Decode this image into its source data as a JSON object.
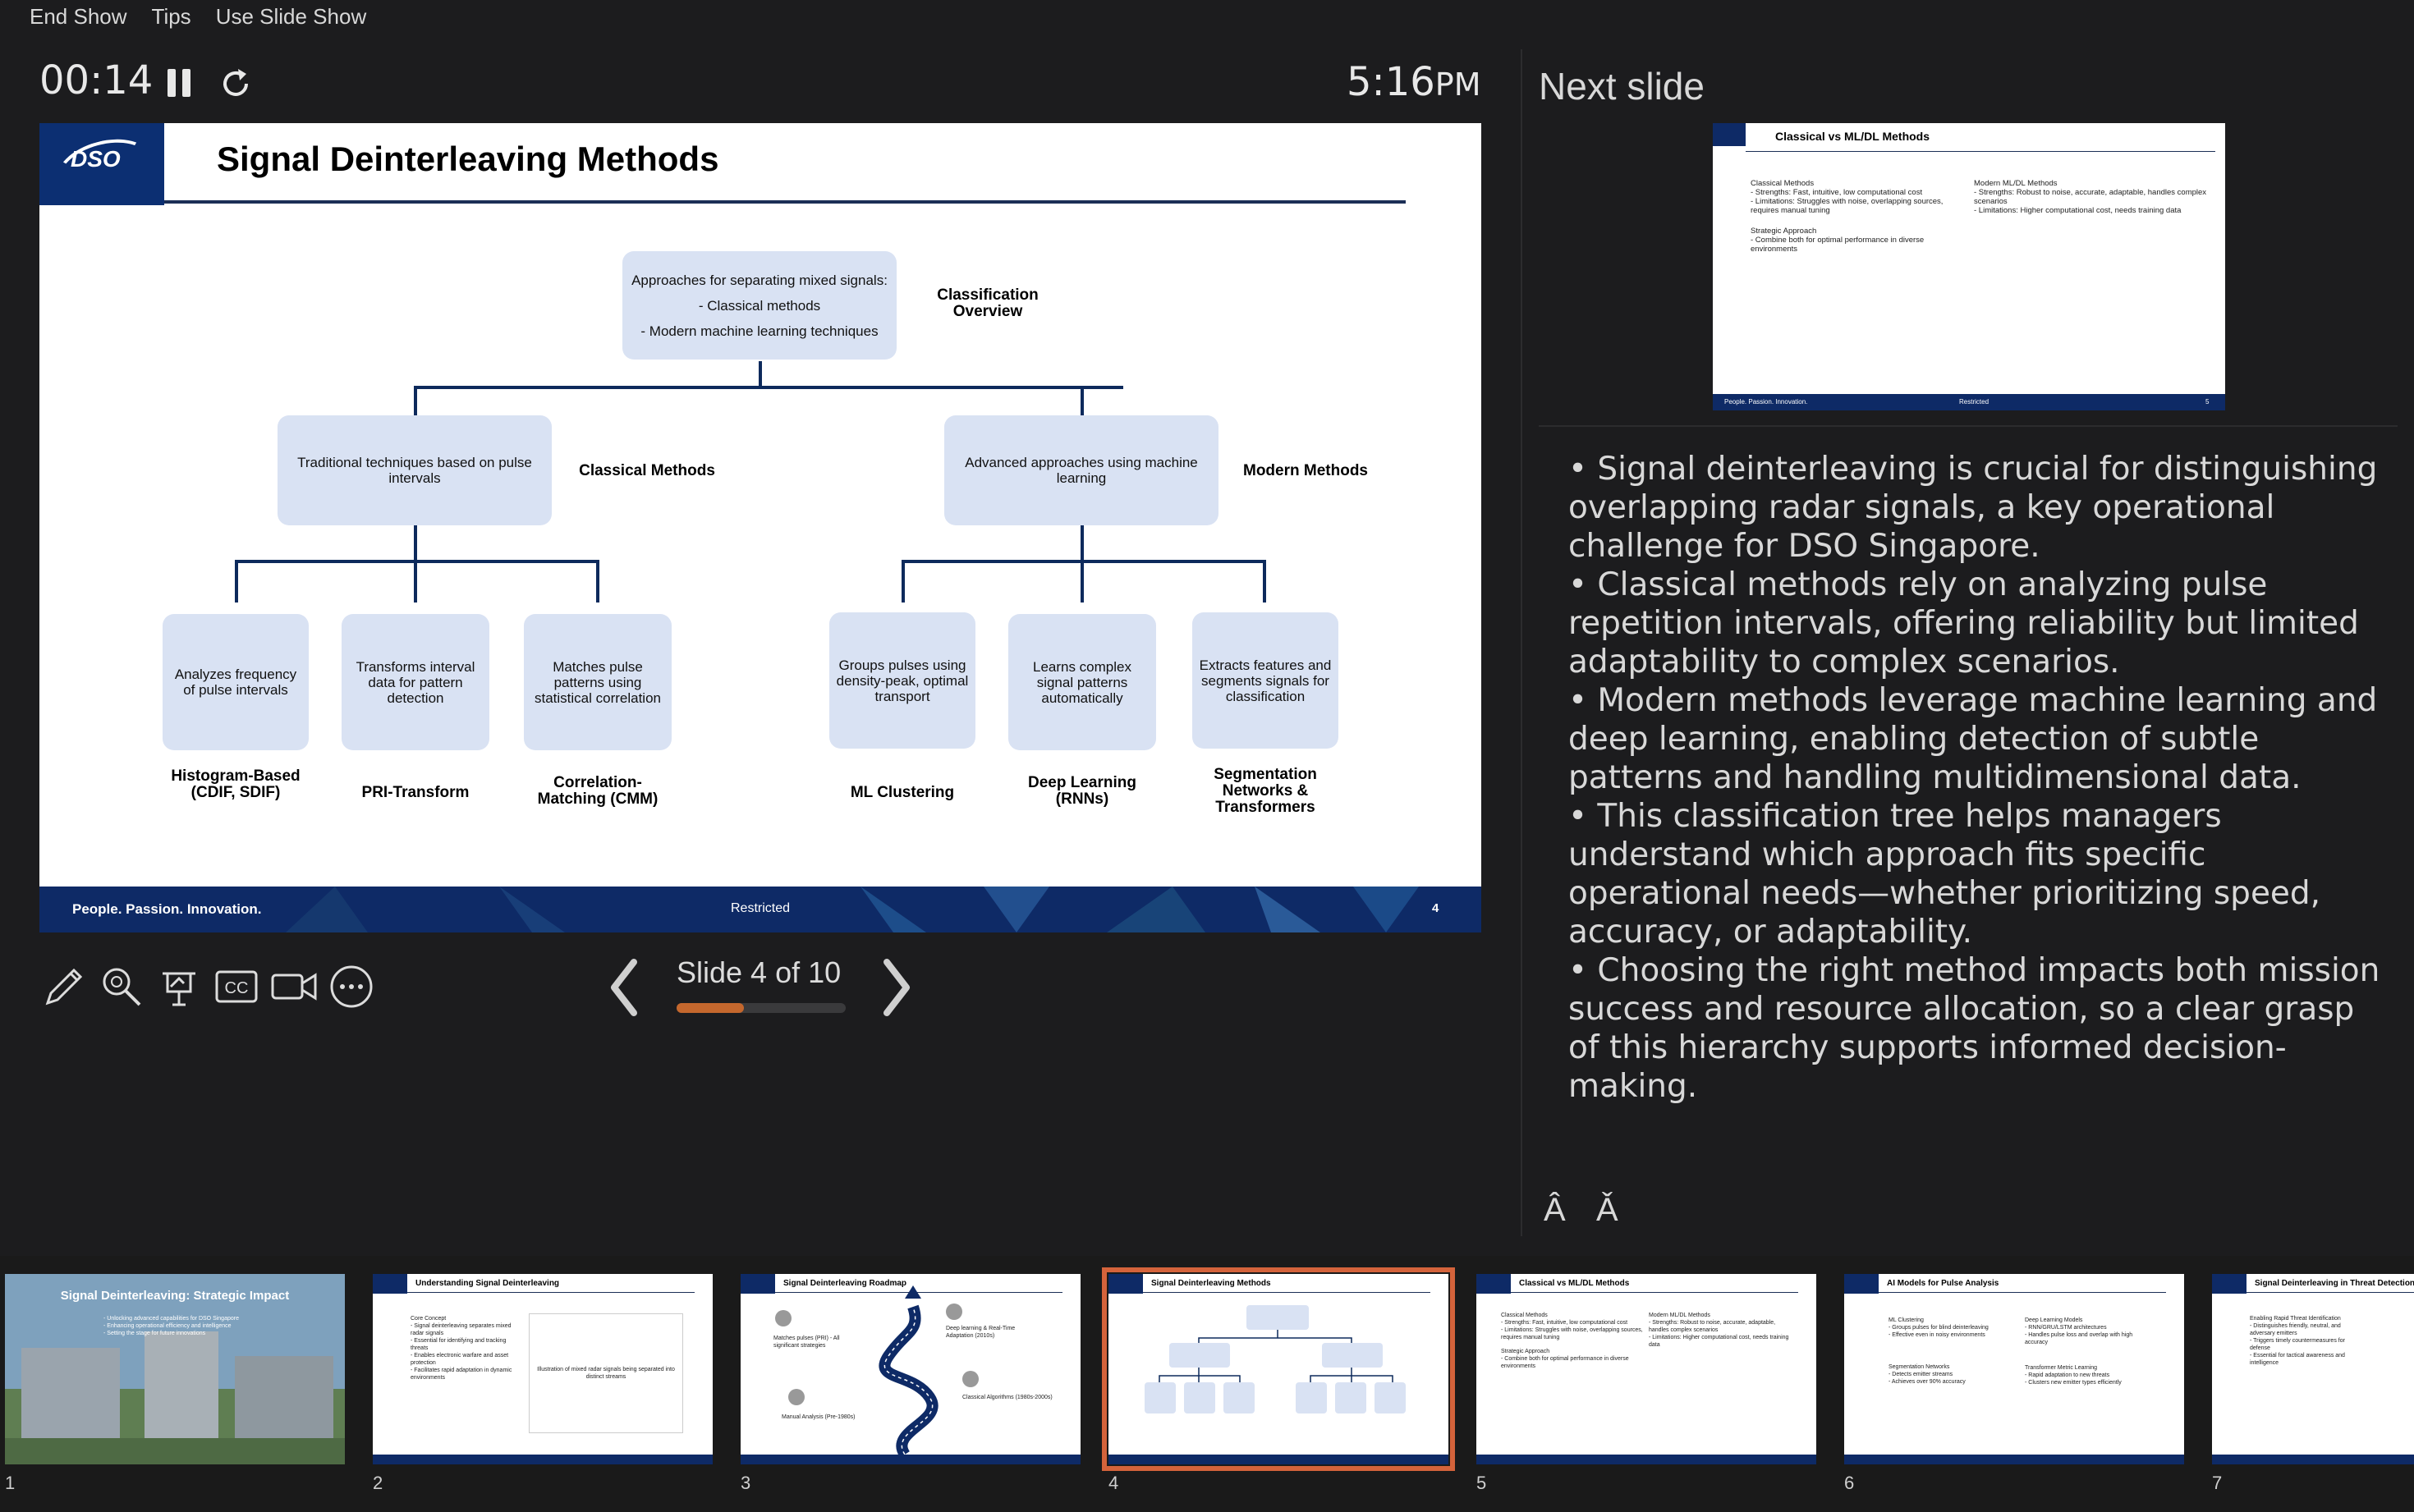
{
  "menu": {
    "end_show": "End Show",
    "tips": "Tips",
    "use_slide_show": "Use Slide Show"
  },
  "timer": {
    "elapsed": "00:14",
    "clock": "5:16",
    "ampm": "PM"
  },
  "icons": {
    "pause": "pause-icon",
    "restart": "restart-icon",
    "pen": "pen-icon",
    "zoom": "zoom-icon",
    "pointer": "laser-pointer-icon",
    "cc": "cc-icon",
    "camera": "camera-icon",
    "more": "more-icon",
    "prev": "chevron-left-icon",
    "next": "chevron-right-icon"
  },
  "slide": {
    "title": "Signal Deinterleaving Methods",
    "logo": "DSO",
    "root": {
      "text": "Approaches for separating mixed signals:",
      "items": [
        "- Classical methods",
        "- Modern machine learning techniques"
      ],
      "label": "Classification Overview"
    },
    "classical": {
      "text": "Traditional techniques based on pulse intervals",
      "label": "Classical Methods"
    },
    "modern": {
      "text": "Advanced approaches using machine learning",
      "label": "Modern Methods"
    },
    "leaves": [
      {
        "text": "Analyzes frequency of pulse intervals",
        "label": "Histogram-Based (CDIF, SDIF)"
      },
      {
        "text": "Transforms interval data for pattern detection",
        "label": "PRI-Transform"
      },
      {
        "text": "Matches pulse patterns using statistical correlation",
        "label": "Correlation-Matching (CMM)"
      },
      {
        "text": "Groups pulses using density-peak, optimal transport",
        "label": "ML Clustering"
      },
      {
        "text": "Learns complex signal patterns automatically",
        "label": "Deep Learning (RNNs)"
      },
      {
        "text": "Extracts features and segments signals for classification",
        "label": "Segmentation Networks & Transformers"
      }
    ],
    "footer": {
      "tagline": "People. Passion. Innovation.",
      "classification": "Restricted",
      "page": "4"
    }
  },
  "navigation": {
    "slide_counter": "Slide 4 of 10",
    "progress": 0.4
  },
  "next_slide": {
    "header": "Next slide",
    "title": "Classical vs ML/DL Methods",
    "col1": [
      "Classical Methods",
      "- Strengths: Fast, intuitive, low computational cost",
      "- Limitations: Struggles with noise, overlapping sources, requires manual tuning",
      "",
      "Strategic Approach",
      "- Combine both for optimal performance in diverse environments"
    ],
    "col2": [
      "Modern ML/DL Methods",
      "- Strengths: Robust to noise, accurate, adaptable, handles complex scenarios",
      "- Limitations: Higher computational cost, needs training data"
    ],
    "footer_tagline": "People. Passion. Innovation.",
    "footer_class": "Restricted",
    "footer_page": "5"
  },
  "notes": [
    "• Signal deinterleaving is crucial for distinguishing overlapping radar signals, a key operational challenge for DSO Singapore.",
    "• Classical methods rely on analyzing pulse repetition intervals, offering reliability but limited adaptability to complex scenarios.",
    "• Modern methods leverage machine learning and deep learning, enabling detection of subtle patterns and handling multidimensional data.",
    "• This classification tree helps managers understand which approach fits specific operational needs—whether prioritizing speed, accuracy, or adaptability.",
    "• Choosing the right method impacts both mission success and resource allocation, so a clear grasp of this hierarchy supports informed decision-making."
  ],
  "font_controls": {
    "increase": "Â",
    "decrease": "Ǎ"
  },
  "thumbnails": [
    {
      "num": "1",
      "title": "Signal Deinterleaving: Strategic Impact",
      "lines": [
        "- Unlocking advanced capabilities for DSO Singapore",
        "- Enhancing operational efficiency and intelligence",
        "- Setting the stage for future innovations"
      ]
    },
    {
      "num": "2",
      "title": "Understanding Signal Deinterleaving",
      "lines": [
        "Core Concept",
        "- Signal deinterleaving separates mixed radar signals",
        "- Essential for identifying and tracking threats",
        "- Enables electronic warfare and asset protection",
        "- Facilitates rapid adaptation in dynamic environments"
      ],
      "aside": "Illustration of mixed radar signals being separated into distinct streams"
    },
    {
      "num": "3",
      "title": "Signal Deinterleaving Roadmap",
      "lines": [
        "Matches pulses (PRI) - All significant strategies",
        "Manual Analysis (Pre-1980s)",
        "Deep learning & Real-Time Adaptation (2010s)",
        "Classical Algorithms (1980s-2000s)"
      ]
    },
    {
      "num": "4",
      "title": "Signal Deinterleaving Methods",
      "lines": []
    },
    {
      "num": "5",
      "title": "Classical vs ML/DL Methods",
      "lines": [
        "Classical Methods",
        "- Strengths: Fast, intuitive, low computational cost",
        "- Limitations: Struggles with noise, overlapping sources, requires manual tuning",
        "Strategic Approach",
        "- Combine both for optimal performance in diverse environments"
      ]
    },
    {
      "num": "6",
      "title": "AI Models for Pulse Analysis",
      "lines": [
        "ML Clustering",
        "- Groups pulses for blind deinterleaving",
        "- Effective even in noisy environments",
        "Segmentation Networks",
        "- Detects emitter streams",
        "- Achieves over 90% accuracy"
      ],
      "col2": [
        "Deep Learning Models",
        "- RNN/GRU/LSTM architectures",
        "- Handles pulse loss and overlap with high accuracy",
        "Transformer Metric Learning",
        "- Rapid adaptation to new threats",
        "- Clusters new emitter types efficiently"
      ]
    },
    {
      "num": "7",
      "title": "Signal Deinterleaving in Threat Detection",
      "lines": [
        "Enabling Rapid Threat Identification",
        "- Distinguishes friendly, neutral, and adversary emitters",
        "- Triggers timely countermeasures for defense",
        "- Essential for tactical awareness and intelligence"
      ]
    }
  ]
}
